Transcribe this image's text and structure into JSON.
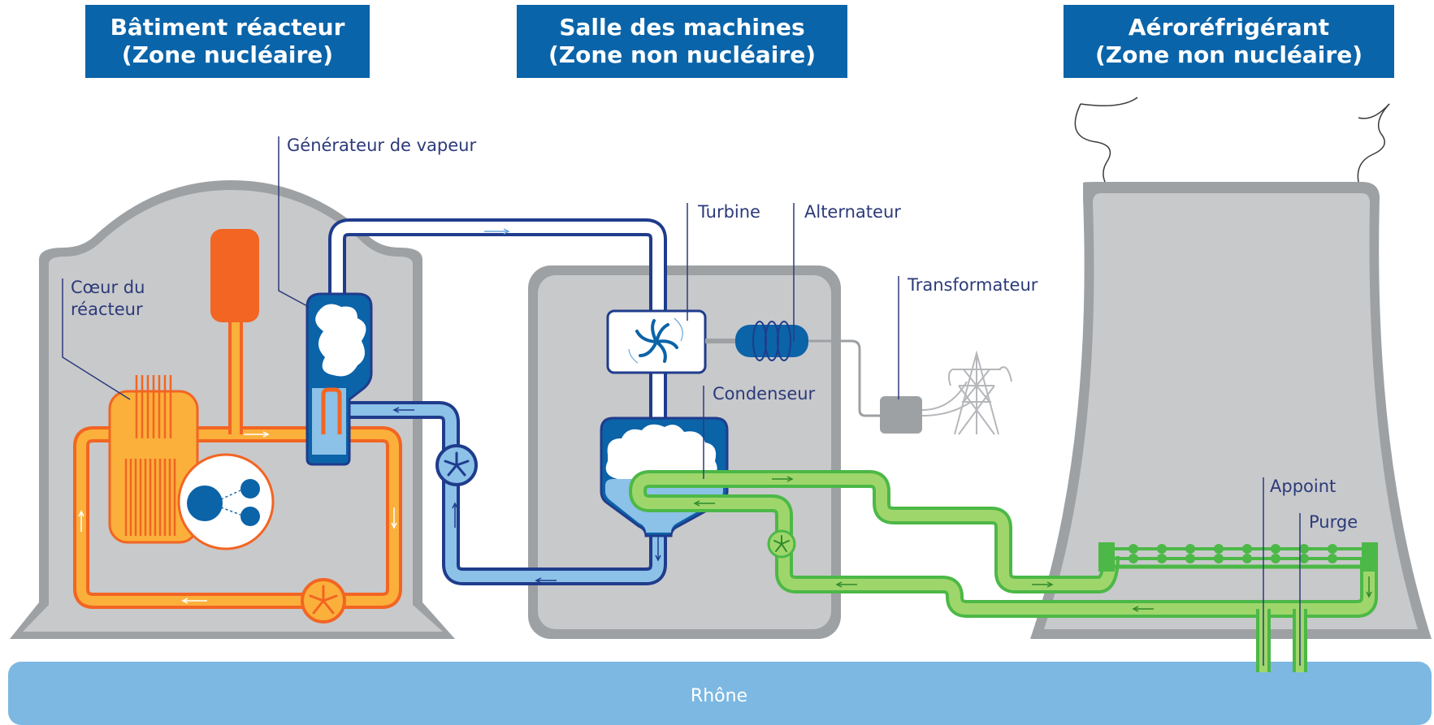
{
  "zones": [
    {
      "line1": "Bâtiment réacteur",
      "line2": "(Zone nucléaire)"
    },
    {
      "line1": "Salle des machines",
      "line2": "(Zone non nucléaire)"
    },
    {
      "line1": "Aéroréfrigérant",
      "line2": "(Zone non nucléaire)"
    }
  ],
  "labels": {
    "steam_generator": "Générateur de vapeur",
    "core_line1": "Cœur du",
    "core_line2": "réacteur",
    "turbine": "Turbine",
    "alternator": "Alternateur",
    "transformer": "Transformateur",
    "condenser": "Condenseur",
    "makeup": "Appoint",
    "purge": "Purge",
    "river": "Rhône"
  },
  "colors": {
    "header_blue": "#0a64a9",
    "building_gray": "#c8c9cb",
    "building_border": "#9ea1a4",
    "primary_orange": "#f7931e",
    "primary_orange_fill": "#fbb03b",
    "secondary_blue": "#1f3c8c",
    "secondary_light": "#8cc1e8",
    "cooling_green": "#4cb847",
    "cooling_light": "#9fd66b",
    "river": "#7cb8e2",
    "pressurizer": "#f26522",
    "steam_dark": "#0b63a8",
    "label_text": "#2c3a7a"
  }
}
